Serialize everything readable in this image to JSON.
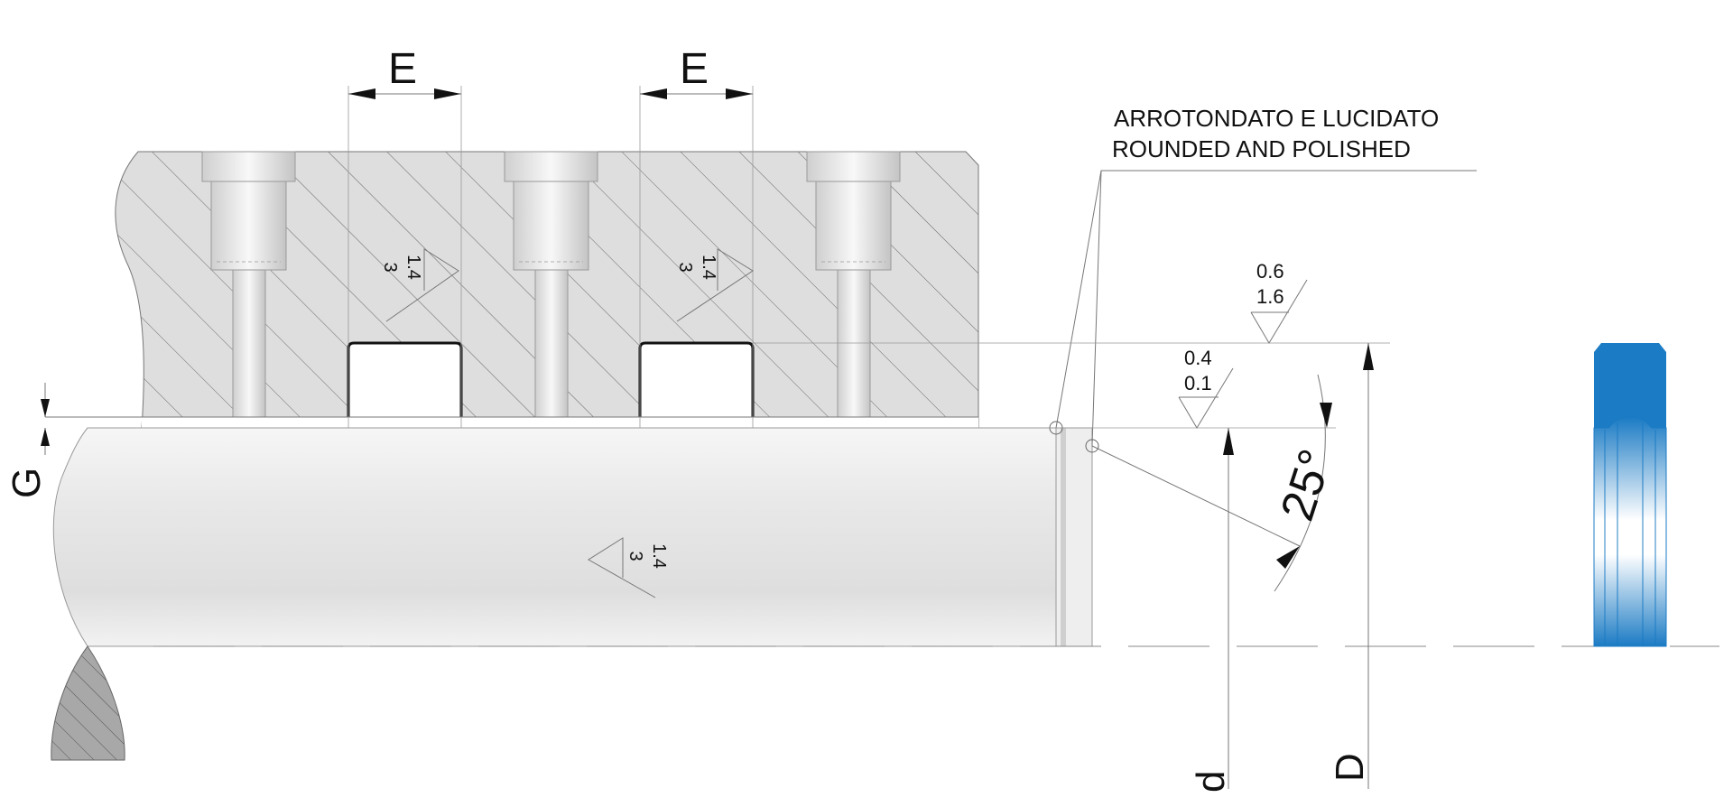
{
  "dimensions": {
    "groove_width_left": "E",
    "groove_width_right": "E",
    "gap": "G",
    "rod_diameter": "d",
    "bore_diameter": "D",
    "chamfer_angle": "25°"
  },
  "note": {
    "line1": "ARROTONDATO E LUCIDATO",
    "line2": "ROUNDED AND POLISHED"
  },
  "roughness": {
    "housing_left": {
      "top": "1.4",
      "bottom": "3"
    },
    "housing_right": {
      "top": "1.4",
      "bottom": "3"
    },
    "rod": {
      "top": "1.4",
      "bottom": "3"
    },
    "groove_bottom": {
      "top": "0.6",
      "bottom": "1.6"
    },
    "rod_surface": {
      "top": "0.4",
      "bottom": "0.1"
    }
  },
  "colors": {
    "housing_fill": "#dedede",
    "rod_fill": "#e6e6e6",
    "seal_blue": "#1b7bc4",
    "hatch": "#555555"
  }
}
